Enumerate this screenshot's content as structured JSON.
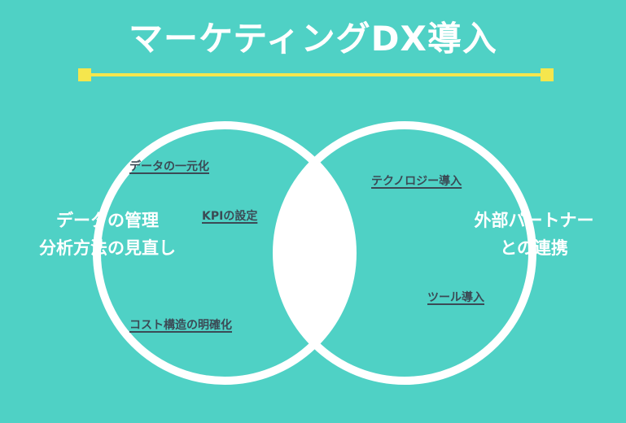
{
  "title": "マーケティングDX導入",
  "colors": {
    "background": "#4fd1c5",
    "circle_stroke": "#ffffff",
    "overlap_fill": "#ffffff",
    "divider": "#f5e64d",
    "sub_label_text": "#3b4a55"
  },
  "left_circle": {
    "label_lines": [
      "データの管理",
      "分析方法の見直し"
    ],
    "items": [
      "データの一元化",
      "コスト構造の明確化"
    ]
  },
  "overlap": {
    "item": "KPIの設定"
  },
  "right_circle": {
    "label_lines": [
      "外部パートナー",
      "との連携"
    ],
    "items": [
      "テクノロジー導入",
      "ツール導入"
    ]
  }
}
